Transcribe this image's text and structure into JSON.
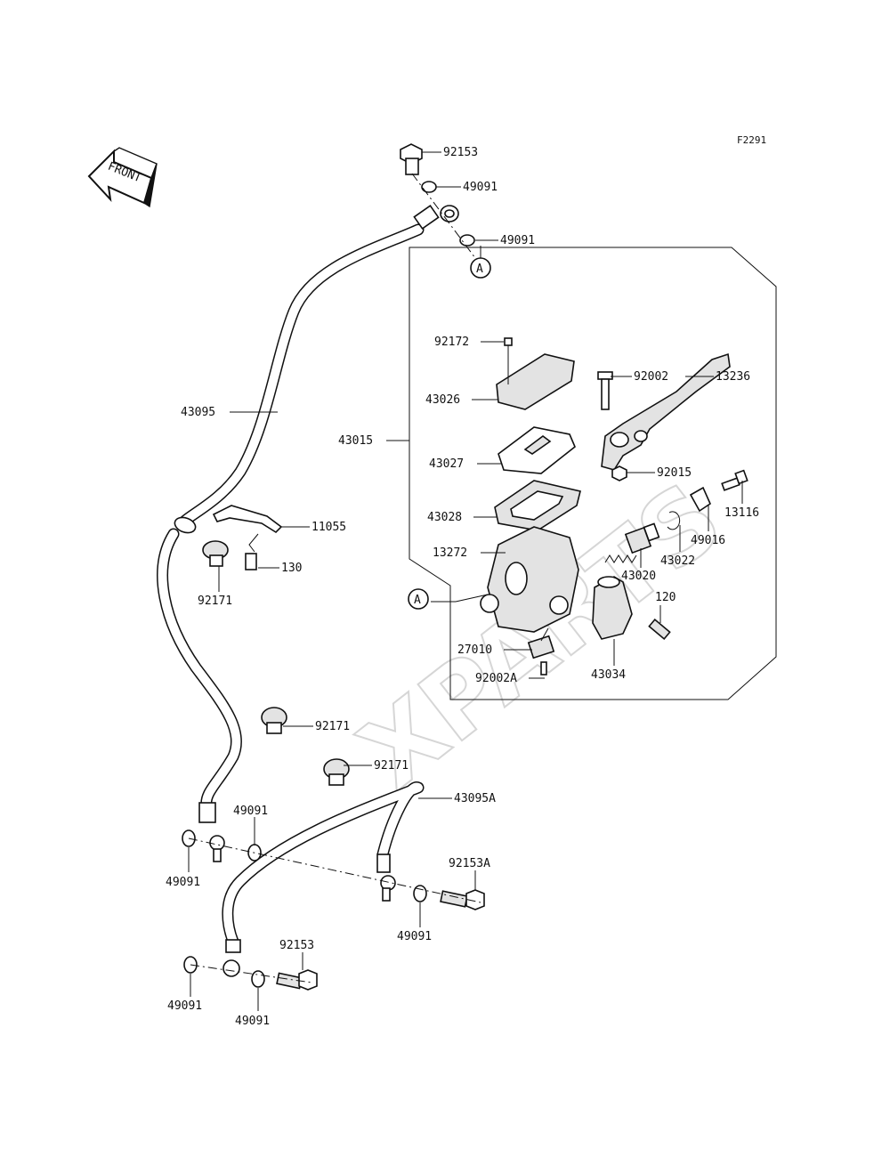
{
  "figure_code": "F2291",
  "direction_label": "FRONT",
  "watermark": "XPARTS",
  "ref_marker": "A",
  "part_numbers": {
    "p92153_top": "92153",
    "p49091_a": "49091",
    "p49091_b": "49091",
    "p43095": "43095",
    "p43015": "43015",
    "p92172": "92172",
    "p43026": "43026",
    "p43027": "43027",
    "p43028": "43028",
    "p13272": "13272",
    "p27010": "27010",
    "p92002A": "92002A",
    "p92002": "92002",
    "p13236": "13236",
    "p92015": "92015",
    "p13116": "13116",
    "p49016": "49016",
    "p43022": "43022",
    "p43020": "43020",
    "p120": "120",
    "p43034": "43034",
    "p11055": "11055",
    "p130": "130",
    "p92171_a": "92171",
    "p92171_b": "92171",
    "p92171_c": "92171",
    "p43095A": "43095A",
    "p49091_c": "49091",
    "p49091_d": "49091",
    "p49091_e": "49091",
    "p92153A": "92153A",
    "p92153_bot": "92153",
    "p49091_f": "49091",
    "p49091_g": "49091"
  }
}
